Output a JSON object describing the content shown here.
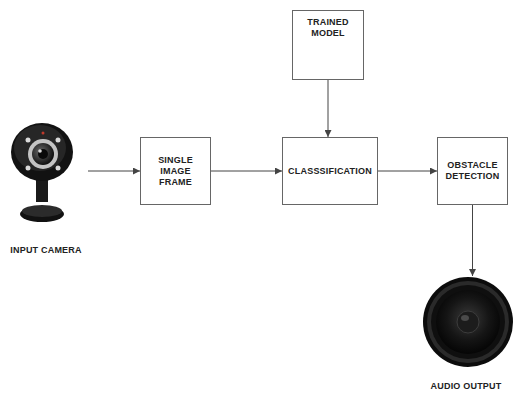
{
  "diagram": {
    "nodes": [
      {
        "text": [
          "INPUT CAMERA"
        ]
      },
      {
        "text": [
          "SINGLE IMAGE FRAME"
        ]
      },
      {
        "text": [
          "TRAINED MODEL"
        ]
      },
      {
        "text": [
          "CLASSSIFICATION"
        ]
      },
      {
        "text": [
          "OBSTACLE DETECTION"
        ]
      },
      {
        "text": [
          "AUDIO OUTPUT"
        ]
      }
    ],
    "edges": [
      {
        "from": 0,
        "to": 1,
        "arrow": "to"
      },
      {
        "from": 1,
        "to": 3,
        "arrow": "to"
      },
      {
        "from": 2,
        "to": 3,
        "arrow": "to"
      },
      {
        "from": 3,
        "to": 4,
        "arrow": "to"
      },
      {
        "from": 4,
        "to": 5,
        "arrow": "to"
      }
    ]
  }
}
